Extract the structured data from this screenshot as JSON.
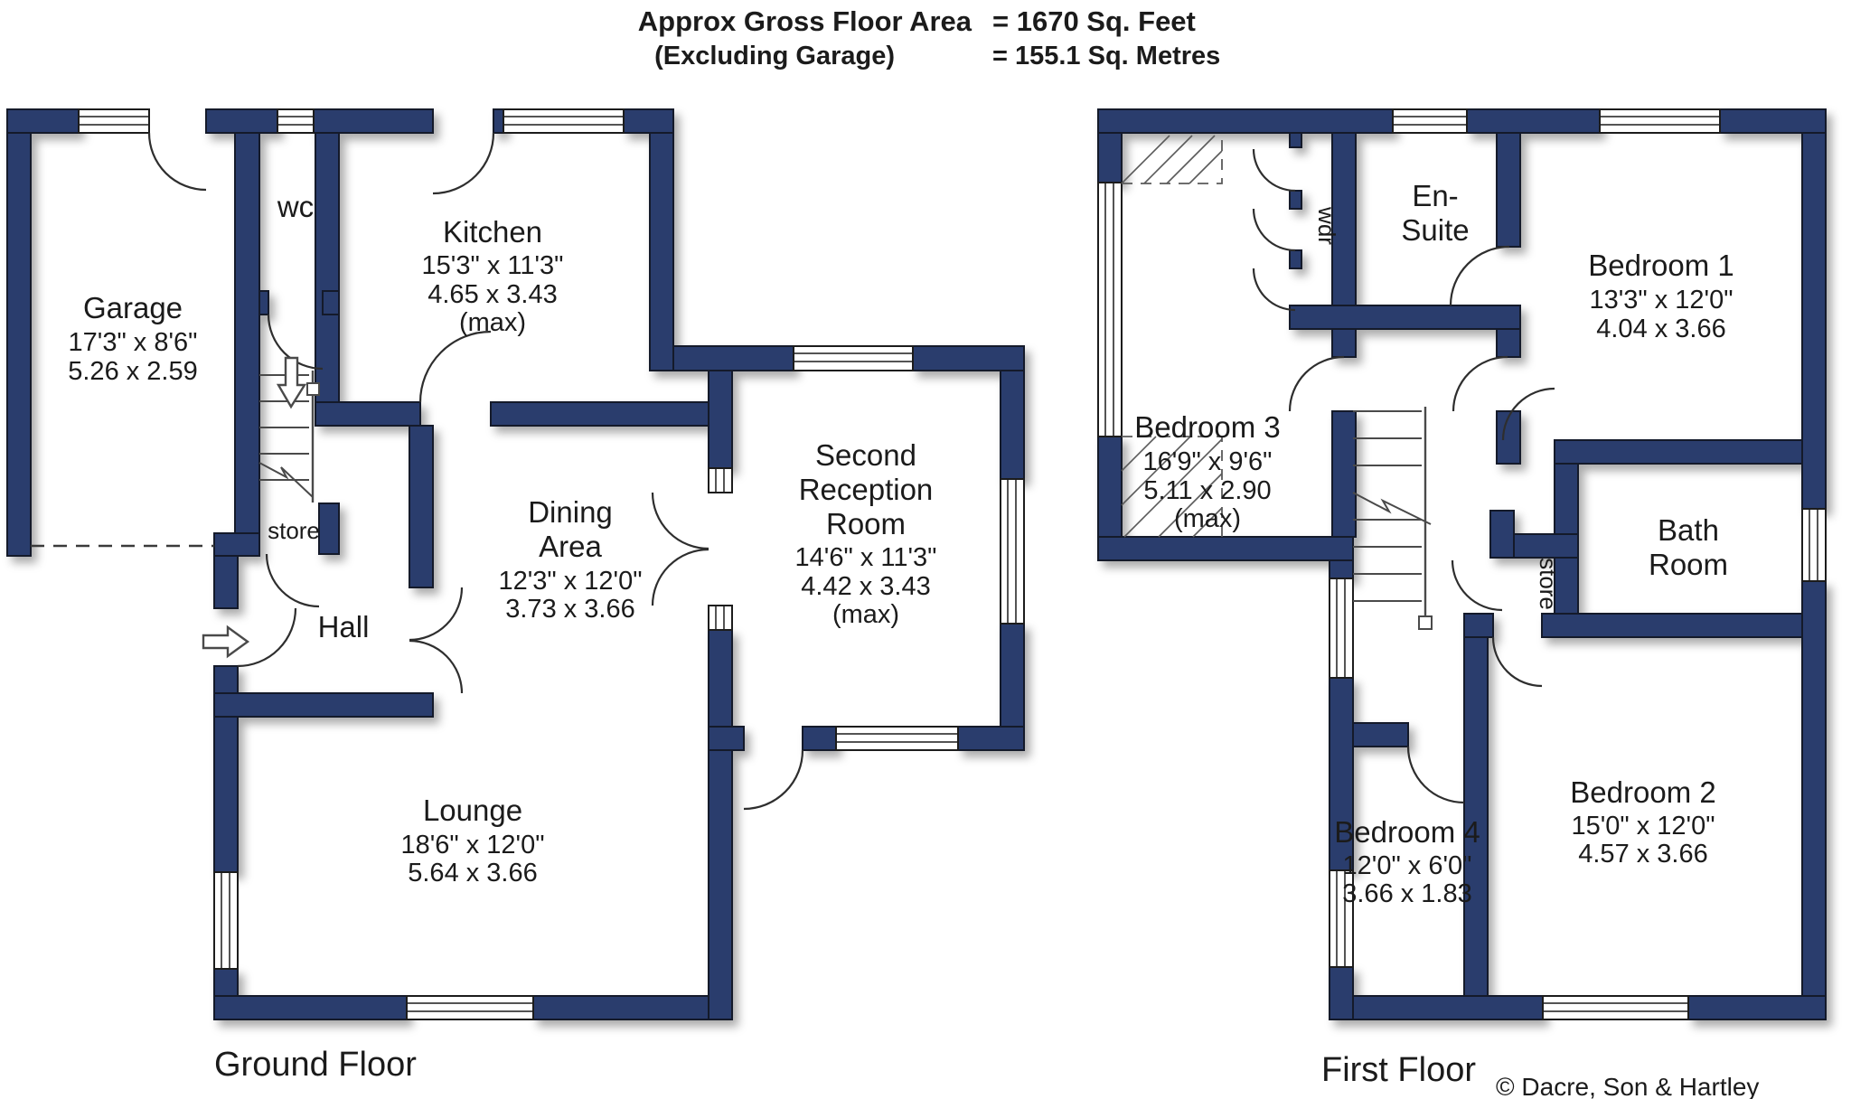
{
  "header": {
    "area_label": "Approx Gross Floor Area",
    "area_value": "=  1670  Sq. Feet",
    "garage_label": "(Excluding Garage)",
    "garage_value": "=  155.1  Sq. Metres"
  },
  "floors": {
    "ground": {
      "title": "Ground Floor",
      "rooms": {
        "garage": {
          "name": "Garage",
          "imperial": "17'3\"  x   8'6\"",
          "metric": "5.26  x  2.59"
        },
        "wc": {
          "name": "wc"
        },
        "kitchen": {
          "name": "Kitchen",
          "imperial": "15'3\"  x  11'3\"",
          "metric": "4.65  x  3.43",
          "max": "(max)"
        },
        "dining": {
          "name1": "Dining",
          "name2": "Area",
          "imperial": "12'3\"  x  12'0\"",
          "metric": "3.73  x  3.66"
        },
        "reception": {
          "name1": "Second",
          "name2": "Reception",
          "name3": "Room",
          "imperial": "14'6\"  x  11'3\"",
          "metric": "4.42  x  3.43",
          "max": "(max)"
        },
        "hall": {
          "name": "Hall"
        },
        "store": {
          "name": "store"
        },
        "lounge": {
          "name": "Lounge",
          "imperial": "18'6\"  x  12'0\"",
          "metric": "5.64  x  3.66"
        }
      }
    },
    "first": {
      "title": "First Floor",
      "rooms": {
        "bedroom3": {
          "name": "Bedroom 3",
          "imperial": "16'9\"  x   9'6\"",
          "metric": "5.11  x  2.90",
          "max": "(max)"
        },
        "wdr": {
          "name": "wdr"
        },
        "ensuite": {
          "name1": "En-",
          "name2": "Suite"
        },
        "bedroom1": {
          "name": "Bedroom 1",
          "imperial": "13'3\"  x  12'0\"",
          "metric": "4.04  x  3.66"
        },
        "bathroom": {
          "name1": "Bath",
          "name2": "Room"
        },
        "store": {
          "name": "store"
        },
        "bedroom4": {
          "name": "Bedroom 4",
          "imperial": "12'0\"  x   6'0\"",
          "metric": "3.66  x  1.83"
        },
        "bedroom2": {
          "name": "Bedroom 2",
          "imperial": "15'0\"  x  12'0\"",
          "metric": "4.57  x  3.66"
        }
      }
    }
  },
  "footer": {
    "copyright": "© Dacre, Son & Hartley"
  },
  "colors": {
    "wall": "#2a3d6d",
    "outline": "#141a2a",
    "text": "#1b1b1b"
  }
}
